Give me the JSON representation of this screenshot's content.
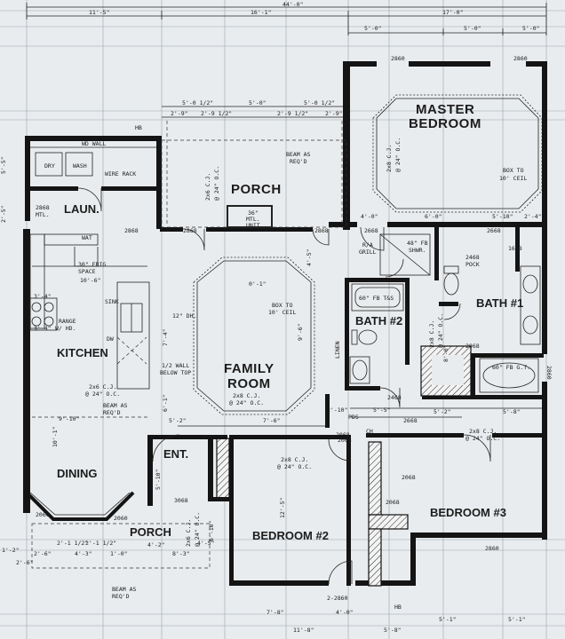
{
  "rooms": {
    "master_bedroom_line1": "MASTER",
    "master_bedroom_line2": "BEDROOM",
    "porch_rear": "PORCH",
    "laundry": "LAUN.",
    "kitchen": "KITCHEN",
    "family_room_line1": "FAMILY",
    "family_room_line2": "ROOM",
    "bath2": "BATH #2",
    "bath1": "BATH #1",
    "dining": "DINING",
    "entry": "ENT.",
    "porch_front": "PORCH",
    "bedroom2": "BEDROOM #2",
    "bedroom3": "BEDROOM #3"
  },
  "notes": {
    "master_ceiling_1": "BOX TO",
    "master_ceiling_2": "10' CEIL",
    "master_joist_1": "2x8 C.J.",
    "master_joist_2": "@ 24\" O.C.",
    "porch_beam_1": "BEAM AS",
    "porch_beam_2": "REQ'D",
    "porch_joist_1": "2x6 C.J.",
    "porch_joist_2": "@ 24\" O.C.",
    "mtl_unit_1": "36\"",
    "mtl_unit_2": "MTL.",
    "mtl_unit_3": "UNIT",
    "wire_rack": "WIRE RACK",
    "dry": "DRY",
    "wash": "WASH",
    "wall_label": "WD WALL",
    "wat": "WAT",
    "frig_1": "30\" FRIG",
    "frig_2": "SPACE",
    "sink": "SINK",
    "range_1": "RANGE",
    "range_2": "W/ HD.",
    "dw": "DW",
    "dh": "12\" DH.",
    "half_wall_1": "1/2 WALL",
    "half_wall_2": "BELOW TOP",
    "kitchen_joist_1": "2x6 C.J.",
    "kitchen_joist_2": "@ 24\" O.C.",
    "kitchen_beam_1": "BEAM AS",
    "kitchen_beam_2": "REQ'D",
    "family_ceiling_1": "BOX TO",
    "family_ceiling_2": "10' CEIL",
    "family_joist_1": "2x8 C.J.",
    "family_joist_2": "@ 24\" O.C.",
    "ra_grill_1": "R/A",
    "ra_grill_2": "GRILL",
    "shower_1": "48\" FB",
    "shower_2": "SHWR.",
    "tub2": "60\" FB T&S",
    "tub1": "60\" FB G.T.",
    "linen": "LINEN",
    "pocket_1": "2468",
    "pocket_2": "POCK",
    "bath1_joist_1": "2x8 C.J.",
    "bath1_joist_2": "@ 24\" O.C.",
    "bed3_joist_1": "2x8 C.J.",
    "bed3_joist_2": "@ 24\" O.C.",
    "bed2_joist_1": "2x8 C.J.",
    "bed2_joist_2": "@ 24\" O.C.",
    "front_porch_joist_1": "2x6 C.J.",
    "front_porch_joist_2": "@ 24\" O.C.",
    "front_beam_1": "BEAM AS",
    "front_beam_2": "REQ'D",
    "hb_top": "HB",
    "hb_bottom": "HB",
    "pds": "PDS",
    "ch": "CH"
  },
  "doors": {
    "d_2868_laun": "2868",
    "d_2868_mtl": "MTL.",
    "d_2868_kitchen": "2868",
    "d_2868_porch": "2868",
    "d_2668_hall": "2668",
    "d_2668_bath": "2668",
    "d_1668": "1668",
    "d_2068_linen": "2068",
    "d_2468_hall": "2468",
    "d_2668_bed3": "2668",
    "d_2068_bed2": "2068",
    "d_2068_closet": "2068",
    "d_2068_entry": "2068",
    "d_3068": "3068",
    "d_2660_a": "2860",
    "d_2860_top": "2860",
    "d_2860_bed2": "2-2860",
    "d_2860_bed3": "2860",
    "d_2860_b": "2860",
    "d_2060_dining": "2060",
    "d_2060_porch": "2060",
    "d_2860_master": "2860",
    "d_2868_porch2": "2868",
    "d_2068_c": "2068"
  },
  "dimensions": {
    "overall": "44'-0\"",
    "top_left": "11'-5\"",
    "top_mid": "16'-1\"",
    "top_right": "17'-0\"",
    "top_r1": "5'-0\"",
    "top_r2": "5'-0\"",
    "top_r3": "5'-0\"",
    "porch_a": "5'-0 1/2\"",
    "porch_b": "5'-0\"",
    "porch_c": "5'-0 1/2\"",
    "porch_d": "2'-9\"",
    "porch_e": "2'-9 1/2\"",
    "porch_f": "2'-9 1/2\"",
    "porch_g": "2'-9\"",
    "left_v1": "5'-5\"",
    "left_v2": "2'-5\"",
    "kitchen_w": "10'-6\"",
    "fam_w": "0'-1\"",
    "dining_w": "9'-10\"",
    "mid_a": "5'-2\"",
    "mid_b": "7'-6\"",
    "bath_a": "4'-0\"",
    "bath_b": "6'-0\"",
    "bath_c": "5'-10\"",
    "bath_d": "2'-4\"",
    "hall_a": "2'-10\"",
    "hall_b": "5'-5\"",
    "bed3_a": "5'-2\"",
    "bed3_b": "5'-8\"",
    "front_a": "2'-1 1/2\"",
    "front_b": "2'-1 1/2\"",
    "front_c": "4'-3\"",
    "front_d": "1'-0\"",
    "front_e": "4'-2\"",
    "front_f": "8'-3\"",
    "front_g": "4'-5\"",
    "front_h": "2'-6\"",
    "bottom_a": "7'-8\"",
    "bottom_b": "4'-0\"",
    "bottom_c": "11'-8\"",
    "bottom_d": "5'-8\"",
    "bottom_e": "5'-1\"",
    "bottom_f": "5'-1\"",
    "left_k": "3'-4\"",
    "left_k2": "3'-4\"",
    "left_l": "1'-2\"",
    "left_l2": "2'-6\"",
    "v_dining": "10'-1\"",
    "v_bed2": "12'-5\"",
    "v_fam": "9'-6\"",
    "v_bath": "8'-0\"",
    "v_porch": "6'-10\"",
    "v_entry": "5'-10\"",
    "v_k": "7'-4\"",
    "v_k2": "6'-1\"",
    "v_mb": "4'-5\""
  }
}
